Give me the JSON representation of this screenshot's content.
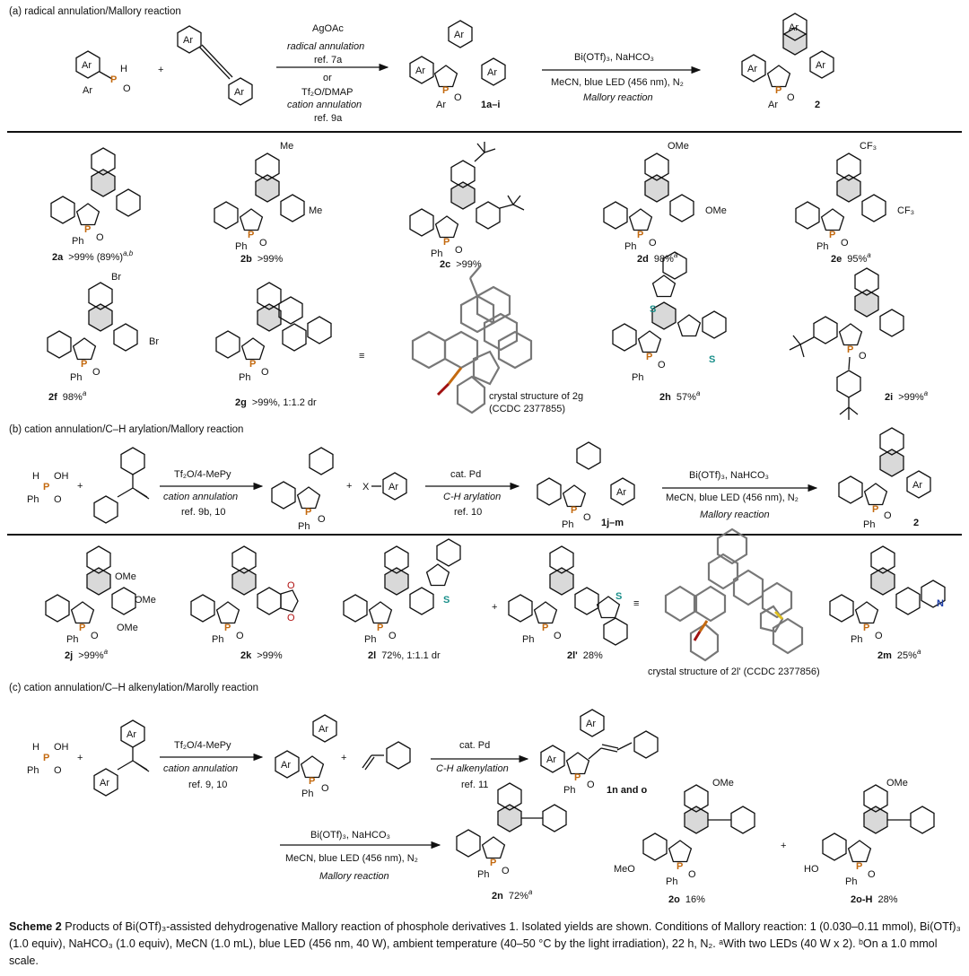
{
  "sections": {
    "a": "(a) radical annulation/Mallory reaction",
    "b": "(b) cation annulation/C–H arylation/Mallory reaction",
    "c": "(c) cation annulation/C–H alkenylation/Marolly reaction"
  },
  "common": {
    "Ar": "Ar",
    "Ph": "Ph",
    "P": "P",
    "O": "O",
    "H": "H",
    "OH": "OH",
    "S": "S",
    "N": "N",
    "X": "X",
    "plus": "+",
    "equiv": "≡"
  },
  "schemeA": {
    "r1_l1": "AgOAc",
    "r1_l2": "radical annulation",
    "r1_l3": "ref. 7a",
    "r1_l4": "or",
    "r1_l5": "Tf₂O/DMAP",
    "r1_l6": "cation annulation",
    "r1_l7": "ref. 9a",
    "inter": "1a–i",
    "r2_l1": "Bi(OTf)₃, NaHCO₃",
    "r2_l2": "MeCN, blue LED (456 nm), N₂",
    "r2_l3": "Mallory reaction",
    "product": "2"
  },
  "rowA1": [
    {
      "id": "2a",
      "yield": ">99% (89%)",
      "sup": "a,b"
    },
    {
      "id": "2b",
      "yield": ">99%",
      "sup": "",
      "sub1": "Me",
      "sub2": "Me"
    },
    {
      "id": "2c",
      "yield": ">99%",
      "sup": ""
    },
    {
      "id": "2d",
      "yield": "98%",
      "sup": "a",
      "sub1": "OMe",
      "sub2": "OMe"
    },
    {
      "id": "2e",
      "yield": "95%",
      "sup": "a",
      "sub1": "CF₃",
      "sub2": "CF₃"
    }
  ],
  "rowA2": [
    {
      "id": "2f",
      "yield": "98%",
      "sup": "a",
      "sub1": "Br",
      "sub2": "Br"
    },
    {
      "id": "2g",
      "yield": ">99%, 1:1.2 dr",
      "sup": ""
    },
    {
      "id": "2h",
      "yield": "57%",
      "sup": "a"
    },
    {
      "id": "2i",
      "yield": ">99%",
      "sup": "a"
    }
  ],
  "crystal1": {
    "l1": "crystal structure of 2g",
    "l2": "(CCDC 2377855)"
  },
  "schemeB": {
    "r1_l1": "Tf₂O/4-MePy",
    "r1_l2": "cation annulation",
    "r1_l3": "ref. 9b, 10",
    "r2_l1": "cat. Pd",
    "r2_l2": "C-H arylation",
    "r2_l3": "ref. 10",
    "inter": "1j–m",
    "r3_l1": "Bi(OTf)₃, NaHCO₃",
    "r3_l2": "MeCN, blue LED (456 nm), N₂",
    "r3_l3": "Mallory reaction",
    "product": "2"
  },
  "rowB": [
    {
      "id": "2j",
      "yield": ">99%",
      "sup": "a",
      "sub1": "OMe",
      "sub2": "OMe",
      "sub3": "OMe"
    },
    {
      "id": "2k",
      "yield": ">99%",
      "sup": ""
    },
    {
      "id": "2l",
      "yield": "72%, 1:1.1 dr",
      "sup": ""
    },
    {
      "id": "2l'",
      "yield": "28%",
      "sup": ""
    },
    {
      "id": "2m",
      "yield": "25%",
      "sup": "a"
    }
  ],
  "crystal2": {
    "l1": "crystal structure of 2l' (CCDC 2377856)"
  },
  "schemeC": {
    "r1_l1": "Tf₂O/4-MePy",
    "r1_l2": "cation annulation",
    "r1_l3": "ref. 9, 10",
    "r2_l1": "cat. Pd",
    "r2_l2": "C-H alkenylation",
    "r2_l3": "ref. 11",
    "inter": "1n and o",
    "r3_l1": "Bi(OTf)₃, NaHCO₃",
    "r3_l2": "MeCN, blue LED (456 nm), N₂",
    "r3_l3": "Mallory reaction"
  },
  "rowC": [
    {
      "id": "2n",
      "yield": "72%",
      "sup": "a"
    },
    {
      "id": "2o",
      "yield": "16%",
      "sup": "",
      "sub1": "OMe",
      "sub2": "MeO"
    },
    {
      "id": "2o-H",
      "yield": "28%",
      "sup": "",
      "sub1": "OMe",
      "sub2": "HO"
    }
  ],
  "caption": {
    "label": "Scheme 2",
    "text": " Products of Bi(OTf)₃-assisted dehydrogenative Mallory reaction of phosphole derivatives 1. Isolated yields are shown. Conditions of Mallory reaction: 1 (0.030–0.11 mmol), Bi(OTf)₃ (1.0 equiv), NaHCO₃ (1.0 equiv), MeCN (1.0 mL), blue LED (456 nm, 40 W), ambient temperature (40–50 °C by the light irradiation), 22 h, N₂. ᵃWith two LEDs (40 W x 2). ᵇOn a 1.0 mmol scale."
  }
}
